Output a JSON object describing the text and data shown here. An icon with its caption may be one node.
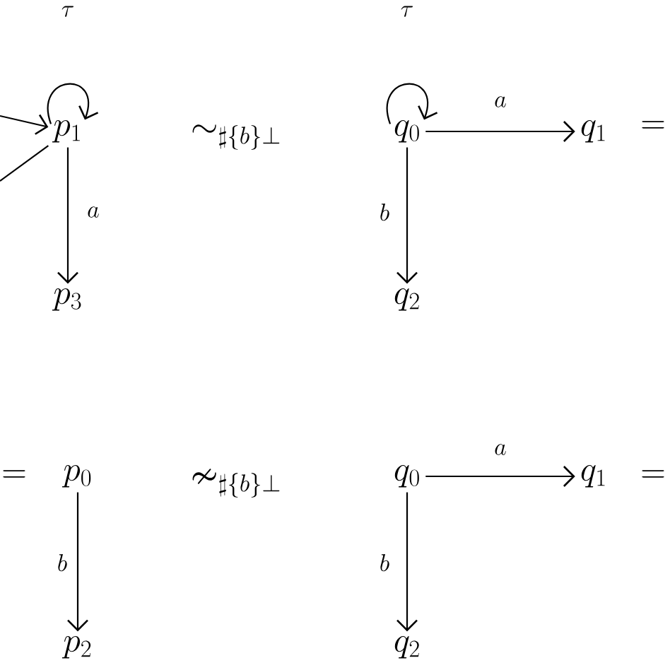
{
  "diagram": {
    "nodes": [
      {
        "text": [
          "p_1"
        ]
      },
      {
        "text": [
          "q_0"
        ]
      },
      {
        "text": [
          "q_1"
        ]
      },
      {
        "text": [
          "p_3"
        ]
      },
      {
        "text": [
          "q_2"
        ]
      },
      {
        "text": [
          "p_0"
        ]
      },
      {
        "text": [
          "q_0"
        ]
      },
      {
        "text": [
          "q_1"
        ]
      },
      {
        "text": [
          "p_2"
        ]
      },
      {
        "text": [
          "q_2"
        ]
      }
    ],
    "edges": [
      {
        "from": null,
        "to": 0,
        "arrow": "to"
      },
      {
        "from": 0,
        "to": null,
        "arrow": "none"
      },
      {
        "from": 0,
        "to": 0,
        "arrow": "to",
        "label": "\\tau"
      },
      {
        "from": 0,
        "to": 3,
        "arrow": "to",
        "label": "a"
      },
      {
        "from": 1,
        "to": 1,
        "arrow": "to",
        "label": "\\tau"
      },
      {
        "from": 1,
        "to": 2,
        "arrow": "to",
        "label": "a"
      },
      {
        "from": 1,
        "to": 4,
        "arrow": "to",
        "label": "b"
      },
      {
        "from": 5,
        "to": 8,
        "arrow": "to",
        "label": "b"
      },
      {
        "from": 6,
        "to": 7,
        "arrow": "to",
        "label": "a"
      },
      {
        "from": 6,
        "to": 9,
        "arrow": "to",
        "label": "b"
      }
    ],
    "labels": [
      "\\sim_{\\sharp\\{b\\}\\bot}",
      "=",
      "=",
      "\\nsim_{\\sharp\\{b\\}\\bot}",
      "="
    ]
  }
}
